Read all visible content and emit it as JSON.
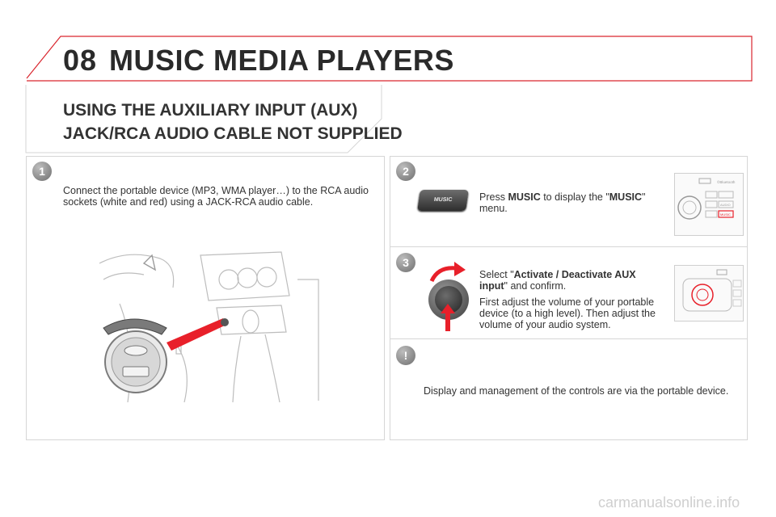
{
  "header": {
    "chapter_number": "08",
    "chapter_title": "MUSIC MEDIA PLAYERS"
  },
  "section": {
    "title_line1": "USING THE AUXILIARY INPUT (AUX)",
    "title_line2": "JACK/RCA AUDIO CABLE NOT SUPPLIED"
  },
  "steps": [
    {
      "badge": "1",
      "line1": "Connect the portable device (MP3, WMA player…) to the RCA audio",
      "line2": "sockets (white and red) using a JACK-RCA audio cable."
    },
    {
      "badge": "2",
      "button_label": "MUSIC",
      "press_prefix": "Press ",
      "press_key": "MUSIC",
      "press_mid": " to display the \"",
      "press_menu": "MUSIC",
      "press_suffix": "\"",
      "press_line2": "menu."
    },
    {
      "badge": "3",
      "select_prefix": "Select \"",
      "select_bold1": "Activate / Deactivate AUX",
      "select_bold2": "input",
      "select_suffix": "\" and confirm.",
      "adjust_line1": "First adjust the volume of your portable",
      "adjust_line2": "device (to a high level). Then adjust the",
      "adjust_line3": "volume of your audio system."
    }
  ],
  "warning": {
    "badge": "!",
    "text": "Display and management of the controls are via the portable device."
  },
  "thumb_labels": {
    "bluetooth": "©Bluetooth",
    "music": "MUSIC",
    "audio": "AUDIO"
  },
  "footer": {
    "watermark": "carmanualsonline.info"
  },
  "colors": {
    "accent_red": "#e8202a",
    "frame_red": "#d9262e",
    "panel_border": "#d6d6d6",
    "badge_grey": "#8a8a8a"
  }
}
